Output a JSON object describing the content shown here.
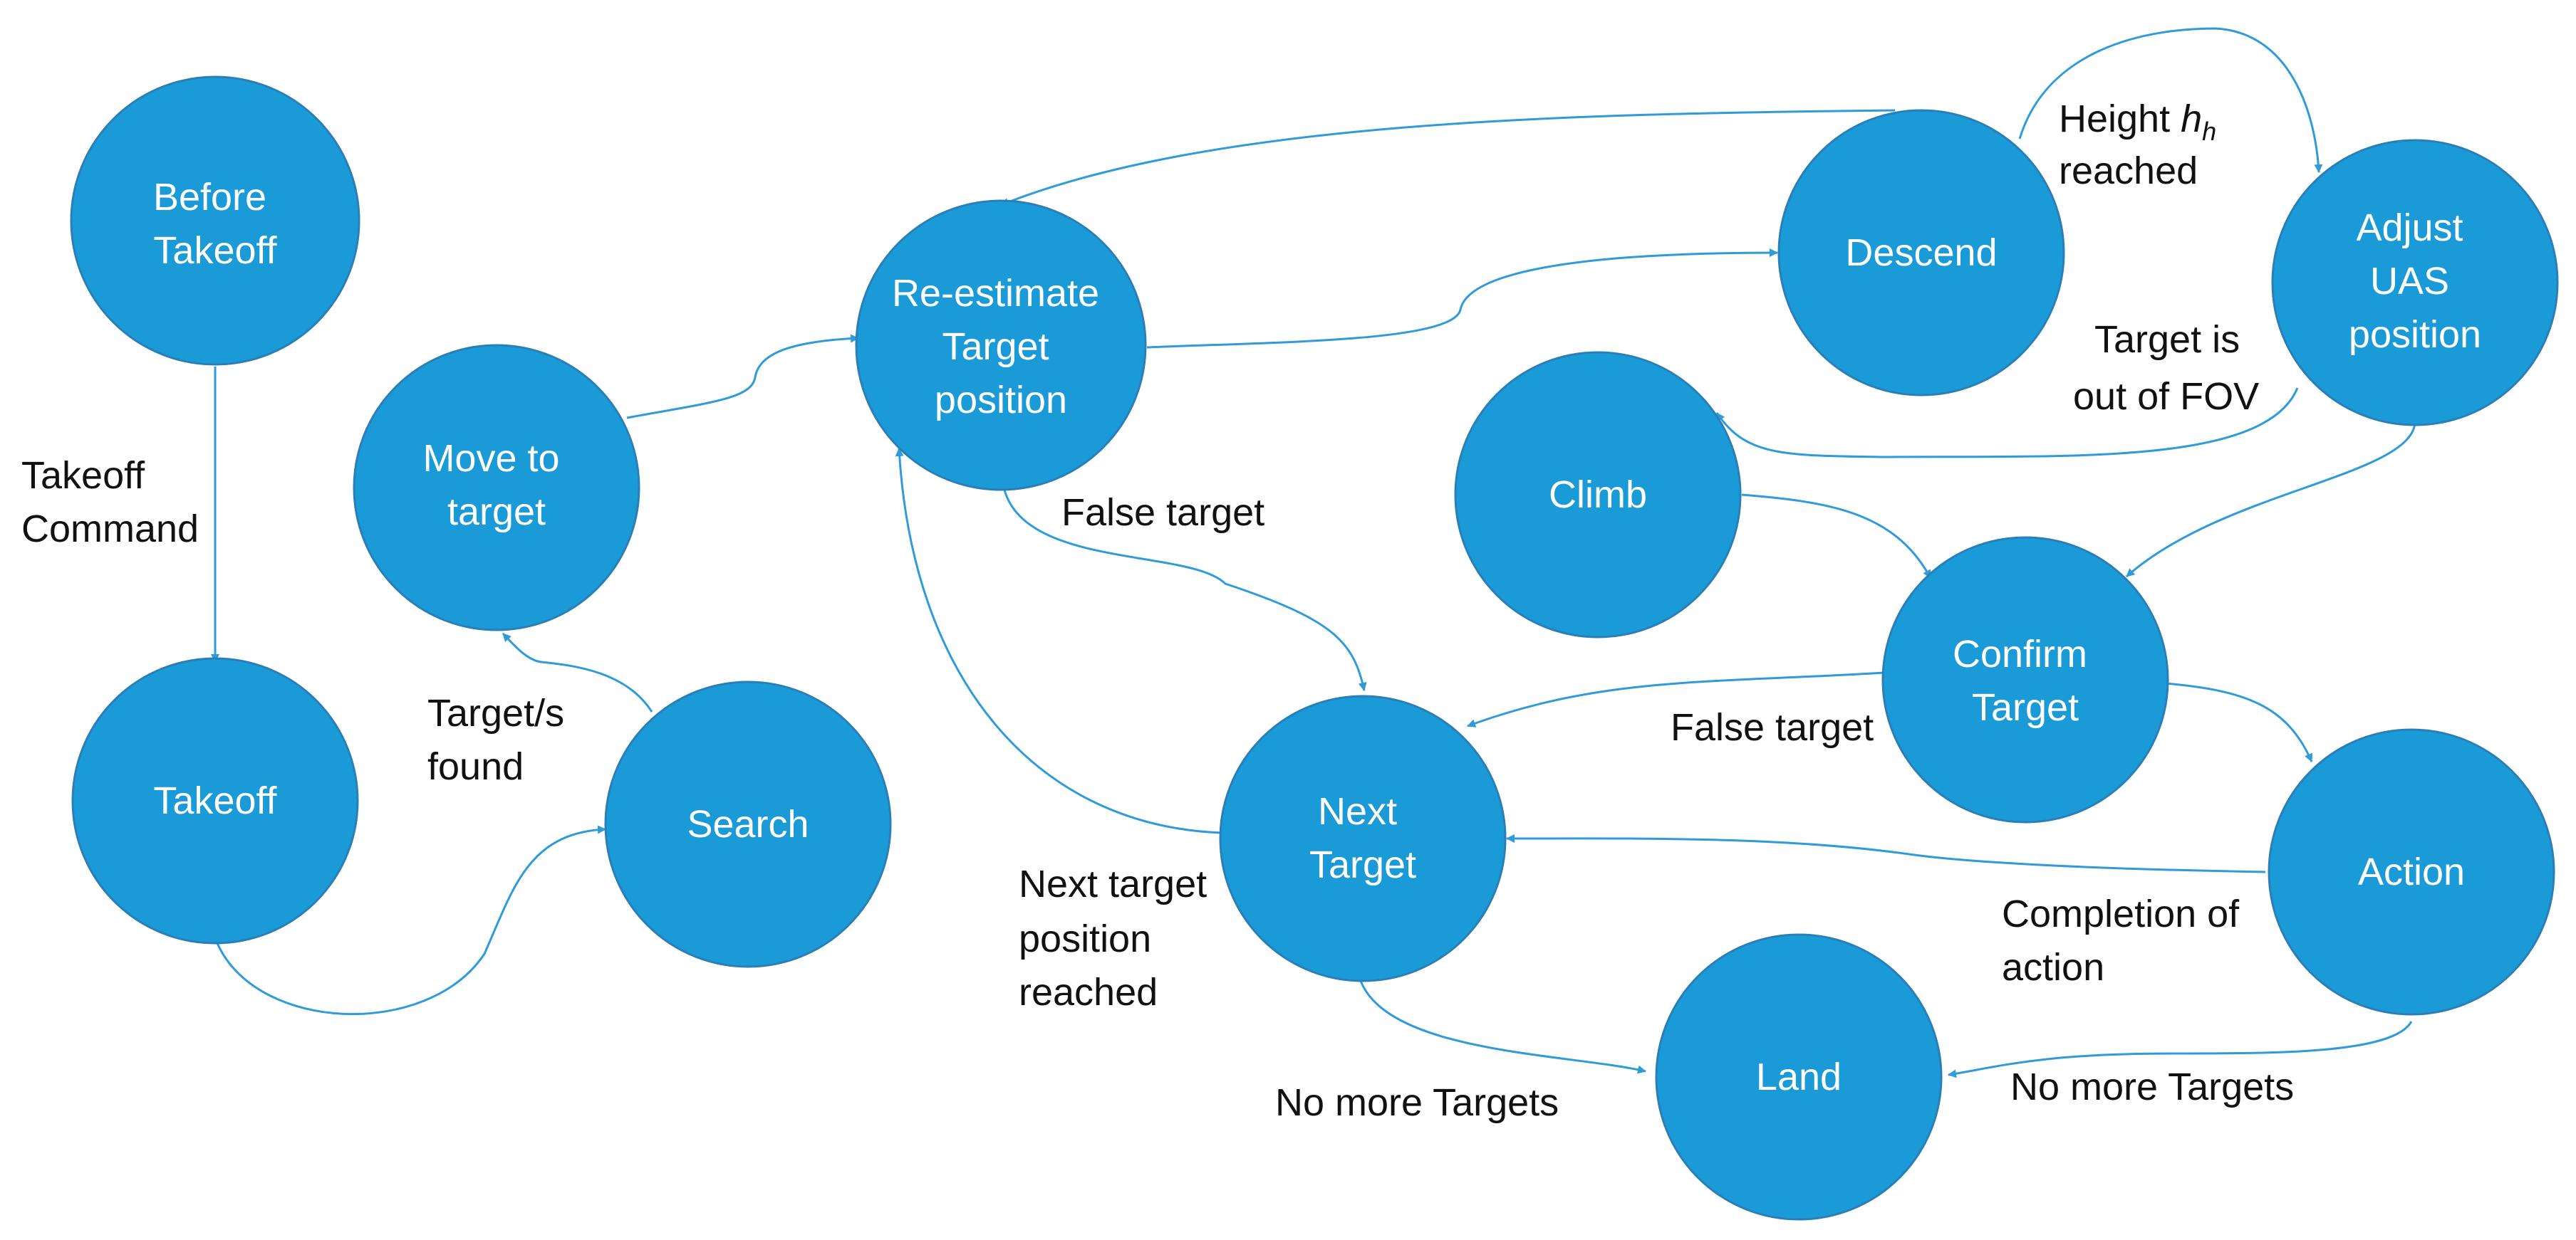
{
  "colors": {
    "node_fill": "#1a9bd7",
    "node_text": "#ffffff",
    "edge": "#2f9bd8",
    "label": "#111111"
  },
  "nodes": {
    "before_takeoff": [
      "Before",
      "Takeoff"
    ],
    "takeoff": [
      "Takeoff"
    ],
    "search": [
      "Search"
    ],
    "move_to_target": [
      "Move to",
      "target"
    ],
    "reestimate": [
      "Re-estimate",
      "Target",
      "position"
    ],
    "descend": [
      "Descend"
    ],
    "adjust_uas": [
      "Adjust",
      "UAS",
      "position"
    ],
    "climb": [
      "Climb"
    ],
    "confirm_target": [
      "Confirm",
      "Target"
    ],
    "next_target": [
      "Next",
      "Target"
    ],
    "action": [
      "Action"
    ],
    "land": [
      "Land"
    ]
  },
  "edges": {
    "takeoff_command": [
      "Takeoff",
      "Command"
    ],
    "targets_found": [
      "Target/s",
      "found"
    ],
    "height_reached": {
      "line1_prefix": "Height ",
      "symbol": "h",
      "subscript": "h",
      "line2": "reached"
    },
    "out_of_fov": [
      "Target is",
      "out of FOV"
    ],
    "false_target_reestimate": [
      "False target"
    ],
    "false_target_confirm": [
      "False target"
    ],
    "next_target_reached": [
      "Next target",
      "position",
      "reached"
    ],
    "completion_of_action": [
      "Completion of",
      "action"
    ],
    "no_more_targets_next": [
      "No more Targets"
    ],
    "no_more_targets_action": [
      "No more Targets"
    ]
  }
}
